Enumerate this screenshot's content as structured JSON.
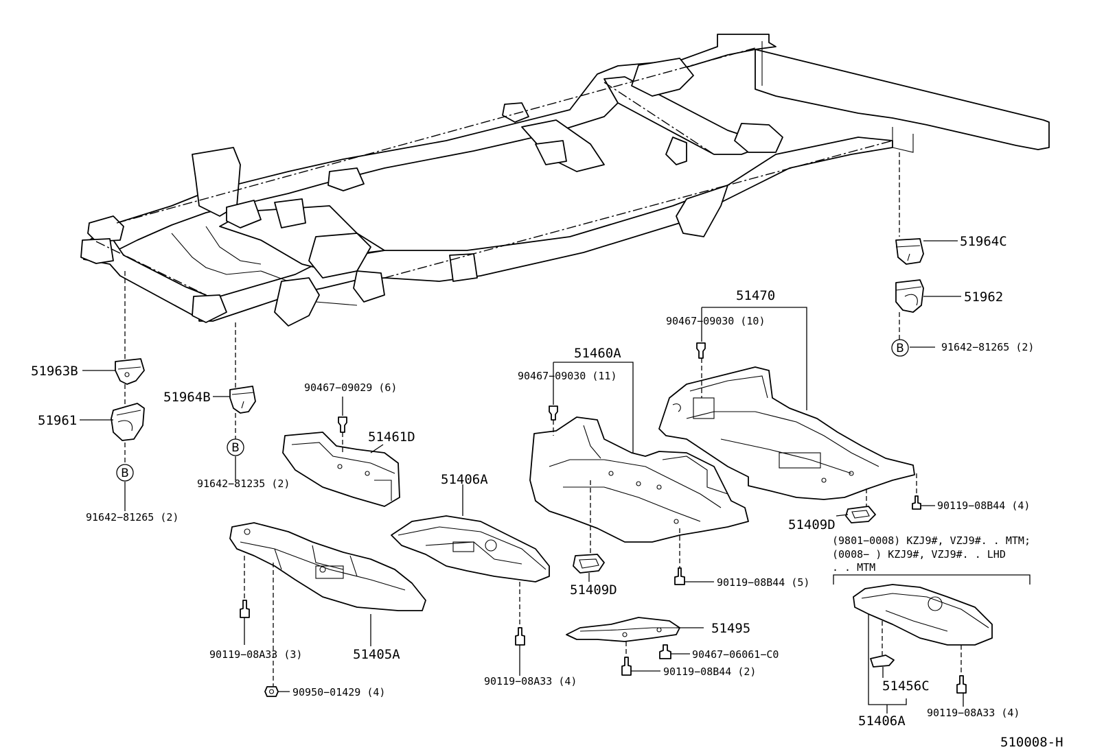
{
  "diagram_id": "510008-H",
  "parts": {
    "p51963B": "51963B",
    "p51961": "51961",
    "p51964B": "51964B",
    "p51964C": "51964C",
    "p51962": "51962",
    "p51470": "51470",
    "p51460A": "51460A",
    "p51461D": "51461D",
    "p51406A_a": "51406A",
    "p51409D_a": "51409D",
    "p51409D_b": "51409D",
    "p51405A": "51405A",
    "p51495": "51495",
    "p51456C": "51456C",
    "p51406A_b": "51406A"
  },
  "fasteners": {
    "f91642_81265_left": "91642−81265 (2)",
    "f91642_81235": "91642−81235 (2)",
    "f91642_81265_right": "91642−81265 (2)",
    "f90467_09030_10": "90467−09030 (10)",
    "f90467_09030_11": "90467−09030 (11)",
    "f90467_09029_6": "90467−09029 (6)",
    "f90119_08B44_4": "90119−08B44 (4)",
    "f90119_08B44_5": "90119−08B44 (5)",
    "f90119_08A33_3": "90119−08A33 (3)",
    "f90119_08A33_4_mid": "90119−08A33 (4)",
    "f90950_01429_4": "90950−01429 (4)",
    "f90467_06061_C0": "90467−06061−C0",
    "f90119_08B44_2": "90119−08B44 (2)",
    "f90119_08A33_4_right": "90119−08A33 (4)"
  },
  "markers": {
    "b_left_a": "B",
    "b_left_b": "B",
    "b_right": "B"
  },
  "notes": {
    "line1": "(9801−0008) KZJ9#, VZJ9#. . MTM;",
    "line2": "(0008−        ) KZJ9#, VZJ9#. . LHD",
    "line3": ". . MTM"
  }
}
